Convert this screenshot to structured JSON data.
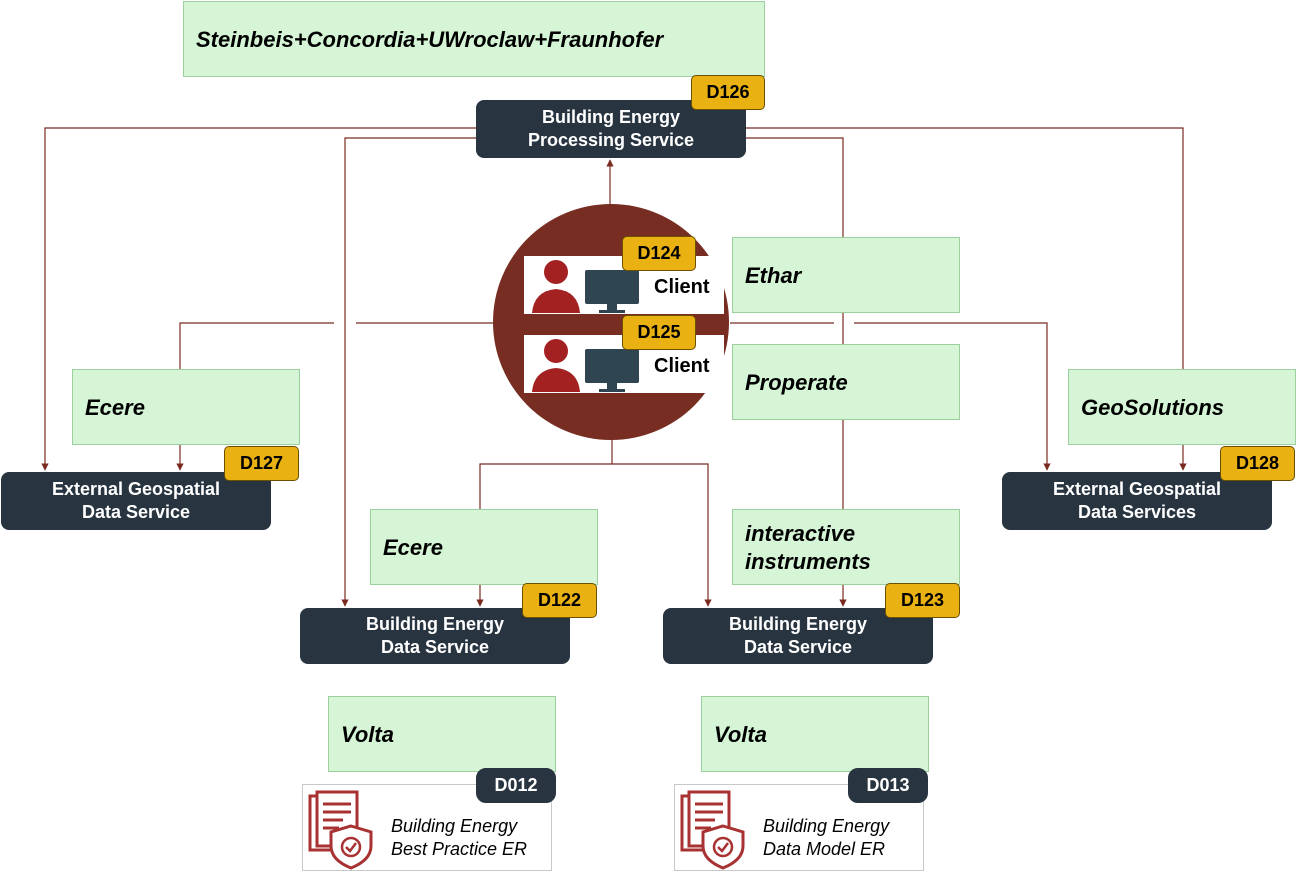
{
  "colors": {
    "green_fill": "#d5f5d6",
    "service_fill": "#283541",
    "badge_fill": "#e9b111",
    "connector": "#7a2b20",
    "client_circle": "#772d21"
  },
  "participants": {
    "top": "Steinbeis+Concordia+UWroclaw+Fraunhofer",
    "ethar": "Ethar",
    "properate": "Properate",
    "ecere_left": "Ecere",
    "ecere_mid": "Ecere",
    "geosolutions": "GeoSolutions",
    "interactive": [
      "interactive",
      "instruments"
    ],
    "volta_left": "Volta",
    "volta_right": "Volta"
  },
  "services": {
    "processing": {
      "line1": "Building Energy",
      "line2": "Processing Service",
      "badge": "D126"
    },
    "ext_left": {
      "line1": "External Geospatial",
      "line2": "Data Service",
      "badge": "D127"
    },
    "ext_right": {
      "line1": "External Geospatial",
      "line2": "Data Services",
      "badge": "D128"
    },
    "data_left": {
      "line1": "Building Energy",
      "line2": "Data Service",
      "badge": "D122"
    },
    "data_right": {
      "line1": "Building Energy",
      "line2": "Data Service",
      "badge": "D123"
    }
  },
  "clients": [
    {
      "label": "Client",
      "badge": "D124",
      "person_icon": "person-icon",
      "monitor_icon": "monitor-icon"
    },
    {
      "label": "Client",
      "badge": "D125",
      "person_icon": "person-icon",
      "monitor_icon": "monitor-icon"
    }
  ],
  "reports": [
    {
      "line1": "Building Energy",
      "line2": "Best Practice ER",
      "badge": "D012",
      "icon": "document-shield-icon"
    },
    {
      "line1": "Building Energy",
      "line2": "Data Model ER",
      "badge": "D013",
      "icon": "document-shield-icon"
    }
  ]
}
